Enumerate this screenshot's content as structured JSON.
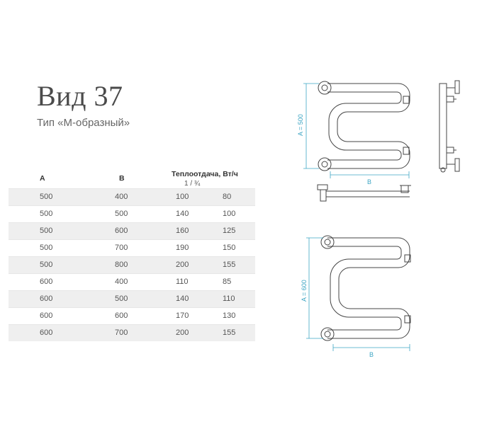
{
  "header": {
    "title": "Вид 37",
    "subtitle": "Тип «М-образный»"
  },
  "table": {
    "col_a": "A",
    "col_b": "B",
    "col_heat": "Теплоотдача, Вт/ч",
    "col_heat_sub": "1 / ¾",
    "rows": [
      [
        "500",
        "400",
        "100",
        "80"
      ],
      [
        "500",
        "500",
        "140",
        "100"
      ],
      [
        "500",
        "600",
        "160",
        "125"
      ],
      [
        "500",
        "700",
        "190",
        "150"
      ],
      [
        "500",
        "800",
        "200",
        "155"
      ],
      [
        "600",
        "400",
        "110",
        "85"
      ],
      [
        "600",
        "500",
        "140",
        "110"
      ],
      [
        "600",
        "600",
        "170",
        "130"
      ],
      [
        "600",
        "700",
        "200",
        "155"
      ]
    ]
  },
  "diagrams": {
    "top": {
      "height_label": "A = 500",
      "width_label": "B"
    },
    "bottom": {
      "height_label": "A = 600",
      "width_label": "B"
    }
  },
  "colors": {
    "dimension": "#3ea6c4",
    "pipe": "#444444"
  }
}
